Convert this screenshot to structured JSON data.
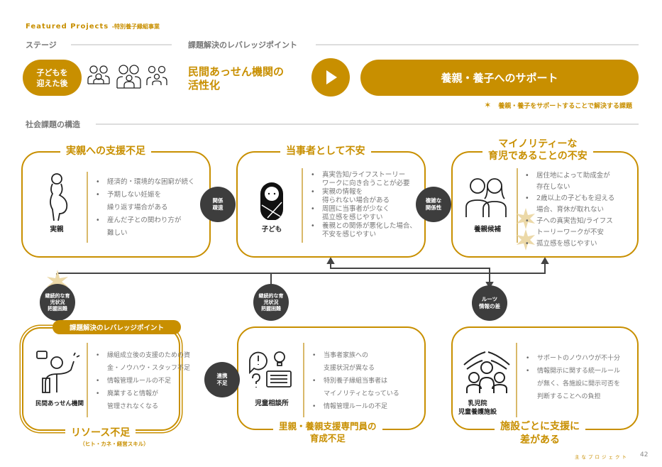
{
  "header": {
    "featured": "Featured Projects",
    "project": "-特別養子縁組事業"
  },
  "sections": {
    "stage": "ステージ",
    "leverage": "課題解決のレバレッジポイント",
    "structure": "社会課題の構造"
  },
  "stage": {
    "pill": "子どもを\n迎えた後"
  },
  "leverage": {
    "text": "民間あっせん機関の\n活性化",
    "target": "養親・養子へのサポート",
    "note": "養親・養子をサポートすることで解決する課題"
  },
  "boxes": {
    "birth_parent": {
      "title": "実親への支援不足",
      "label": "実親",
      "bullets": [
        "経済的・環境的な困窮が続く",
        "予期しない妊娠を\n繰り返す場合がある",
        "産んだ子との関わり方が\n難しい"
      ]
    },
    "child": {
      "title": "当事者として不安",
      "label": "子ども",
      "bullets": [
        "真実告知/ライフストーリー\nワークに向き合うことが必要",
        "実親の情報を\n得られない場合がある",
        "周囲に当事者が少なく\n孤立感を感じやすい",
        "養親との関係が悪化した場合、\n不安を感じやすい"
      ]
    },
    "adoptive": {
      "title": "マイノリティーな\n育児であることの不安",
      "label": "養親候補",
      "bullets": [
        "居住地によって助成金が\n存在しない",
        "2歳以上の子どもを迎える\n場合、育休が取れない",
        "子への真実告知/ライフス\nトーリーワークが不安",
        "孤立感を感じやすい"
      ]
    },
    "agency": {
      "tag": "課題解決のレバレッジポイント",
      "label": "民間あっせん機関",
      "bullets": [
        "縁組成立後の支援のための資\n金・ノウハウ・スタッフ不足",
        "情報管理ルールの不足",
        "廃業すると情報が\n管理されなくなる"
      ],
      "title": "リソース不足",
      "subtitle": "（ヒト・カネ・経営スキル）"
    },
    "consult": {
      "label": "児童相談所",
      "bullets": [
        "当事者家族への\n支援状況が異なる",
        "特別養子縁組当事者は\nマイノリティとなっている",
        "情報管理ルールの不足"
      ],
      "title": "里親・養親支援専門員の\n育成不足"
    },
    "facility": {
      "label": "乳児院\n児童養護施設",
      "bullets": [
        "サポートのノウハウが不十分",
        "情報開示に関する統一ルール\nが無く、各施設に開示可否を\n判断することへの負担"
      ],
      "title": "施設ごとに支援に\n差がある"
    }
  },
  "circles": {
    "estranged": "関係\n疎遠",
    "complex": "複雑な\n関係性",
    "tracking1": "継続的な育\n児状況\n把握困難",
    "tracking2": "継続的な育\n児状況\n把握困難",
    "coordination": "連携\n不足",
    "roots": "ルーツ\n情報の差"
  },
  "footer": {
    "section": "主なプロジェクト",
    "page": "42"
  },
  "colors": {
    "accent": "#c88f00",
    "dark": "#3d3d3d",
    "star": "#ecd9a8"
  }
}
